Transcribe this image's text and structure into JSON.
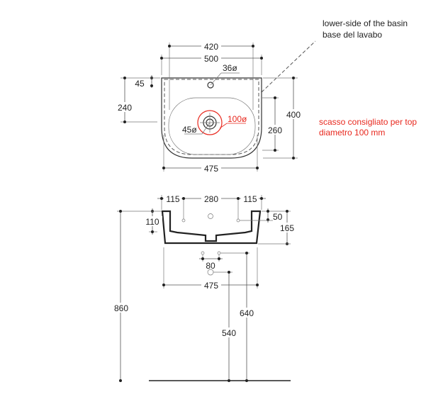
{
  "notes": {
    "lower_side_en": "lower-side of the basin",
    "lower_side_it": "base del lavabo",
    "cutout_line1": "scasso consigliato per top",
    "cutout_line2": "diametro 100 mm"
  },
  "plan_view": {
    "width_inner": "420",
    "width_top": "500",
    "tap_hole": "36ø",
    "tap_offset": "45",
    "depth_to_bowl": "240",
    "total_depth": "400",
    "bowl_depth": "260",
    "drain": "45ø",
    "cutout": "100ø",
    "width_bottom": "475"
  },
  "section_view": {
    "left_margin": "115",
    "hole_spacing": "280",
    "right_margin": "115",
    "inner_depth": "110",
    "height_total": "860",
    "rim": "50",
    "basin_height": "165",
    "fixing_spacing": "80",
    "bottom_width": "475",
    "fixing_height": "640",
    "drain_height": "540"
  },
  "colors": {
    "accent": "#e8281e",
    "line": "#333333"
  }
}
